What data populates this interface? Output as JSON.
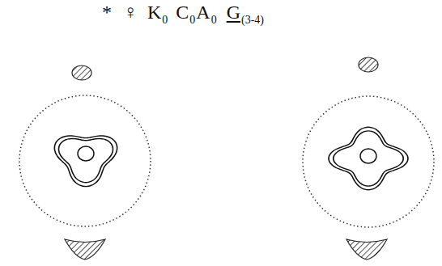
{
  "diagram": {
    "labels": [
      "*",
      "♀",
      "K",
      "0",
      "C",
      "0",
      "A",
      "0",
      "G",
      "(3-4)"
    ]
  }
}
